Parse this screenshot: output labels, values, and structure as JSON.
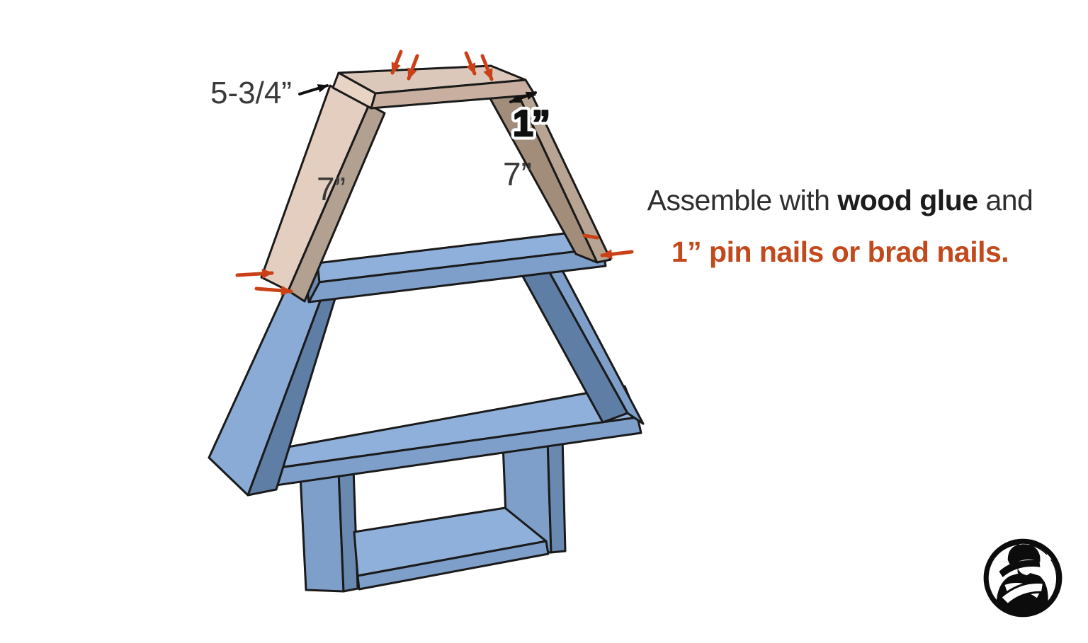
{
  "diagram": {
    "name": "christmas-tree-shelf-assembly-step",
    "labels": {
      "top_board_length": "5-3/4”",
      "left_leg_length": "7”",
      "right_leg_length": "7”",
      "overhang": "1”"
    },
    "colors": {
      "new_wood_top": "#DCC8BA",
      "new_wood_light": "#E4CEC0",
      "new_wood_edge": "#C8AF9F",
      "new_wood_dark": "#A28D7B",
      "assembled_wood_light": "#8FB0DA",
      "assembled_wood_mid": "#7E9FC9",
      "assembled_wood_dark": "#5E7EA6",
      "outline": "#1a1a1a",
      "nail_arrow_red": "#CB4117"
    }
  },
  "instruction": {
    "line1_prefix": "Assemble with ",
    "line1_bold": "wood glue",
    "line1_suffix": " and",
    "line2": "1” pin nails or brad nails.",
    "accent_color": "#C2491C"
  },
  "logo": {
    "name": "craftsman-logo"
  }
}
